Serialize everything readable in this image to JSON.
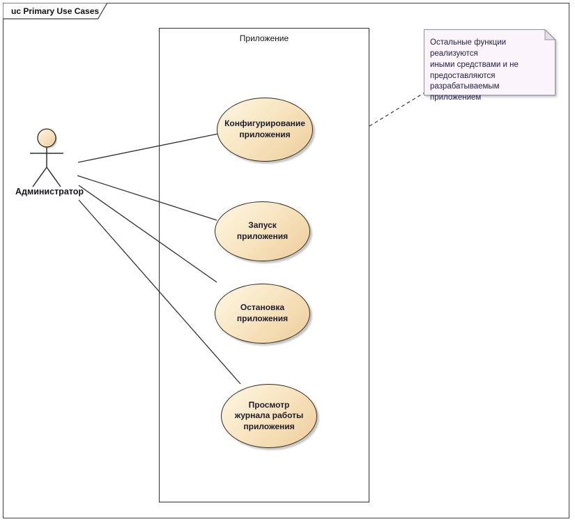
{
  "frame": {
    "title": "uc Primary Use Cases"
  },
  "boundary": {
    "label": "Приложение"
  },
  "actor": {
    "label": "Администратор"
  },
  "use_cases": [
    {
      "label": "Конфигурирование приложения"
    },
    {
      "label": "Запуск приложения"
    },
    {
      "label": "Остановка приложения"
    },
    {
      "label": "Просмотр журнала работы приложения"
    }
  ],
  "note": {
    "text": "Остальные функции реализуются\nиными средствами и не\nпредоставляются\nразрабатываемым приложением"
  },
  "colors": {
    "usecase_fill_light": "#fdf7e4",
    "usecase_fill_dark": "#eecd9c",
    "usecase_border": "#2e2a1c",
    "note_fill": "#fcf4fb",
    "note_border": "#8f8fa6",
    "line": "#303030",
    "shadow": "#c6c6c6"
  }
}
